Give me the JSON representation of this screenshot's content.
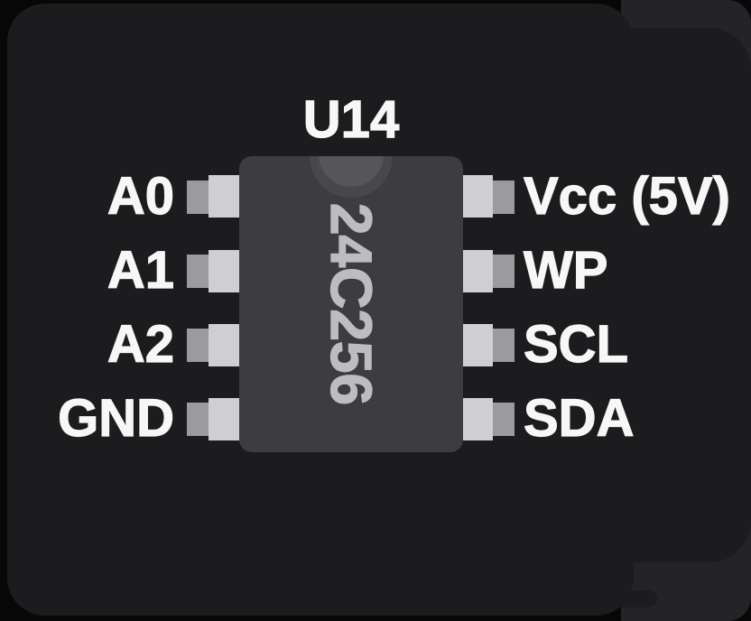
{
  "diagram": {
    "designator": "U14",
    "chip_label": "24C256",
    "left_pins": [
      {
        "label": "A0"
      },
      {
        "label": "A1"
      },
      {
        "label": "A2"
      },
      {
        "label": "GND"
      }
    ],
    "right_pins": [
      {
        "label": "Vcc (5V)"
      },
      {
        "label": "WP"
      },
      {
        "label": "SCL"
      },
      {
        "label": "SDA"
      }
    ]
  },
  "colors": {
    "page_bg": "#070708",
    "card": "#1c1c1e",
    "back_panel": "#242428",
    "chip_body": "#3d3d40",
    "notch_outer": "#48484b",
    "notch_inner": "#56565a",
    "pin_outer": "#9b9b9d",
    "pin_inner": "#cfcfd1",
    "label_text": "#f7f7f7",
    "chip_text": "#bdbdbf"
  }
}
